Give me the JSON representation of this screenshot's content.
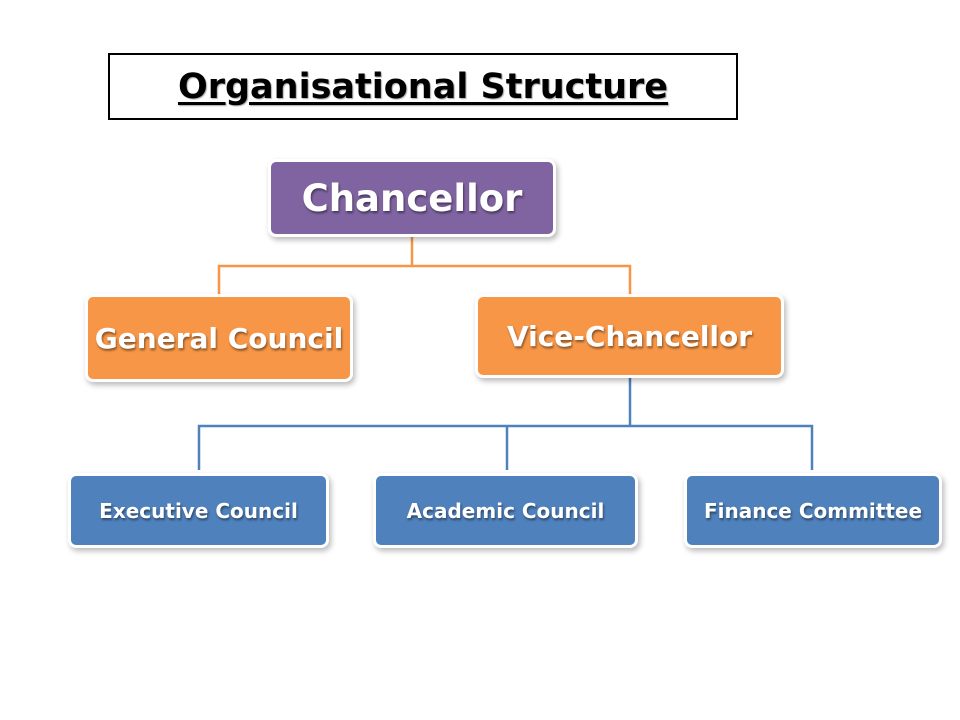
{
  "title": "Organisational Structure",
  "colors": {
    "chancellor": "#8064a2",
    "level2": "#f79646",
    "level3": "#4f81bd",
    "connector_level1": "#f79646",
    "connector_level2": "#4f81bd"
  },
  "chart": {
    "root": {
      "label": "Chancellor"
    },
    "level2": [
      {
        "label": "General Council"
      },
      {
        "label": "Vice-Chancellor"
      }
    ],
    "level3": [
      {
        "label": "Executive Council"
      },
      {
        "label": "Academic Council"
      },
      {
        "label": "Finance Committee"
      }
    ]
  }
}
